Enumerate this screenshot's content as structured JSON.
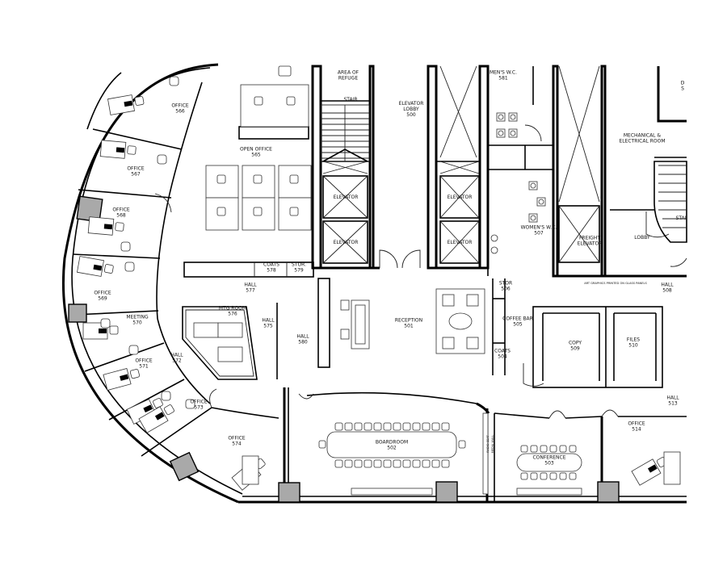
{
  "rooms": [
    {
      "id": "r566",
      "name": "OFFICE",
      "num": "566"
    },
    {
      "id": "r567",
      "name": "OFFICE",
      "num": "567"
    },
    {
      "id": "r568",
      "name": "OFFICE",
      "num": "568"
    },
    {
      "id": "r569",
      "name": "OFFICE",
      "num": "569"
    },
    {
      "id": "r570",
      "name": "MEETING",
      "num": "570"
    },
    {
      "id": "r571",
      "name": "OFFICE",
      "num": "571"
    },
    {
      "id": "r572",
      "name": "HALL",
      "num": "572"
    },
    {
      "id": "r573",
      "name": "OFFICE",
      "num": "573"
    },
    {
      "id": "r574",
      "name": "OFFICE",
      "num": "574"
    },
    {
      "id": "r565",
      "name": "OPEN OFFICE",
      "num": "565"
    },
    {
      "id": "r576",
      "name": "MTG ROOM",
      "num": "576"
    },
    {
      "id": "r575",
      "name": "HALL",
      "num": "575"
    },
    {
      "id": "r577",
      "name": "HALL",
      "num": "577"
    },
    {
      "id": "r578",
      "name": "COATS",
      "num": "578"
    },
    {
      "id": "r579",
      "name": "STOR.",
      "num": "579"
    },
    {
      "id": "r580",
      "name": "HALL",
      "num": "580"
    },
    {
      "id": "r_refuge",
      "name": "AREA OF REFUGE",
      "num": ""
    },
    {
      "id": "r_stair",
      "name": "STAIR",
      "num": ""
    },
    {
      "id": "r500",
      "name": "ELEVATOR LOBBY",
      "num": "500"
    },
    {
      "id": "r501",
      "name": "RECEPTION",
      "num": "501"
    },
    {
      "id": "r502",
      "name": "BOARDROOM",
      "num": "502"
    },
    {
      "id": "r503",
      "name": "CONFERENCE",
      "num": "503"
    },
    {
      "id": "r504",
      "name": "COATS",
      "num": "504"
    },
    {
      "id": "r505",
      "name": "COFFEE BAR",
      "num": "505"
    },
    {
      "id": "r506",
      "name": "STOR",
      "num": "506"
    },
    {
      "id": "r507",
      "name": "WOMEN'S W.C.",
      "num": "507"
    },
    {
      "id": "r581",
      "name": "MEN'S W.C.",
      "num": "581"
    },
    {
      "id": "r508",
      "name": "HALL",
      "num": "508"
    },
    {
      "id": "r509",
      "name": "COPY",
      "num": "509"
    },
    {
      "id": "r510",
      "name": "FILES",
      "num": "510"
    },
    {
      "id": "r513",
      "name": "HALL",
      "num": "513"
    },
    {
      "id": "r514",
      "name": "OFFICE",
      "num": "514"
    },
    {
      "id": "r_mech",
      "name": "MECHANICAL & ELECTRICAL ROOM",
      "num": ""
    },
    {
      "id": "r_lobby",
      "name": "LOBBY",
      "num": ""
    },
    {
      "id": "r_freight",
      "name": "FREIGHT ELEVATOR",
      "num": ""
    },
    {
      "id": "r_stair2",
      "name": "STAI",
      "num": ""
    },
    {
      "id": "r_dc",
      "name": "D",
      "num": "S"
    }
  ],
  "elevators": [
    "ELEVATOR",
    "ELEVATOR",
    "ELEVATOR",
    "ELEVATOR"
  ],
  "notes": {
    "art_graphics": "ART GRAPHICS PRINTED ON GLASS PANELS",
    "side_unit_1": "RADIO SEAT",
    "side_unit_2": "MEDIA WALL"
  }
}
